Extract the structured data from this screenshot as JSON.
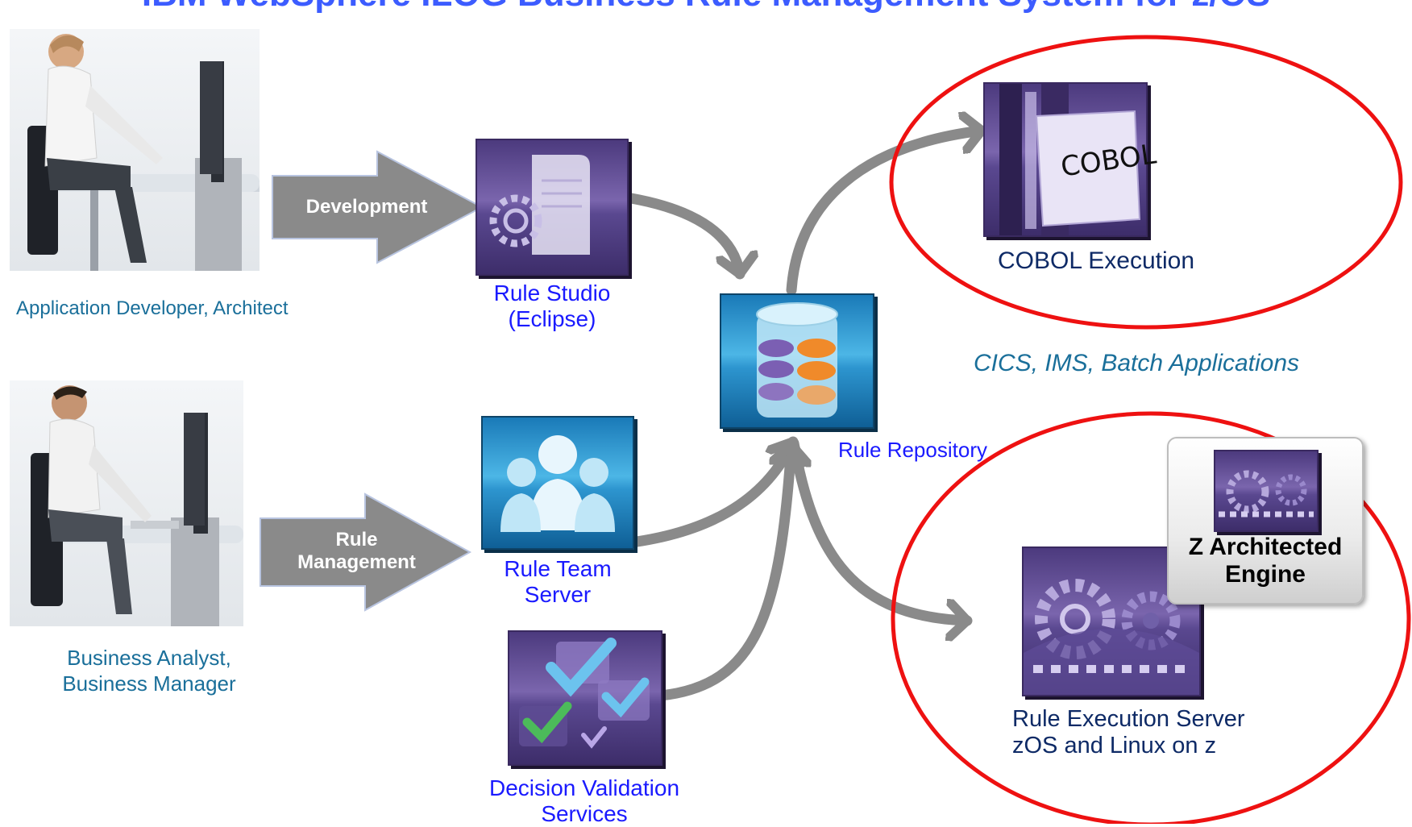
{
  "title": "IBM WebSphere ILOG Business Rule Management System for z/OS",
  "roles": {
    "developer": "Application Developer, Architect",
    "analyst_line1": "Business Analyst,",
    "analyst_line2": "Business Manager"
  },
  "arrows": {
    "development": "Development",
    "rule_mgmt_line1": "Rule",
    "rule_mgmt_line2": "Management"
  },
  "components": {
    "rule_studio_line1": "Rule Studio",
    "rule_studio_line2": "(Eclipse)",
    "rule_team_line1": "Rule Team",
    "rule_team_line2": "Server",
    "dvs_line1": "Decision Validation",
    "dvs_line2": "Services",
    "repository": "Rule Repository",
    "cobol_execution": "COBOL Execution",
    "cobol_badge": "COBOL",
    "cics_apps": "CICS, IMS, Batch Applications",
    "res_line1": "Rule Execution Server",
    "res_line2": "zOS and Linux on z",
    "z_engine_line1": "Z Architected",
    "z_engine_line2": "Engine"
  },
  "colors": {
    "flow_arrow": "#8a8a8a",
    "highlight_ellipse": "#ee1111",
    "label_blue": "#1a1aff",
    "role_teal": "#1a6f9a"
  }
}
